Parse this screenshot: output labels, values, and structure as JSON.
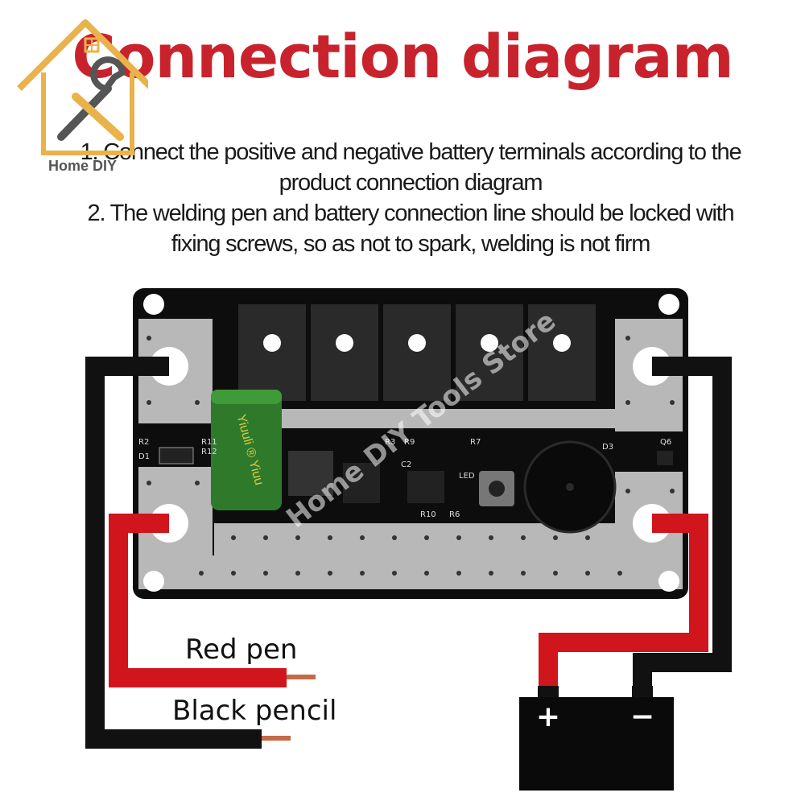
{
  "title": "Connection diagram",
  "instructions": [
    "1. Connect the positive and negative battery terminals according to the",
    "product connection diagram",
    "2. The welding pen and battery connection line should be locked with",
    "fixing screws, so as not to spark, welding is not firm"
  ],
  "logo": {
    "text": "Home DIY",
    "icon": "house-wrench-icon"
  },
  "watermark": "Home DIY Tools Store",
  "board": {
    "silkscreen": [
      "R2",
      "R11",
      "R12",
      "D1",
      "R3",
      "R9",
      "R7",
      "C2",
      "R10",
      "R6",
      "LED",
      "D3",
      "Q6"
    ],
    "capacitor_text": "Yiuuli ® Yiuu"
  },
  "labels": {
    "red_pen": "Red pen",
    "black_pencil": "Black pencil"
  },
  "battery": {
    "plus": "+",
    "minus": "−"
  },
  "colors": {
    "title": "#c8232c",
    "red_wire": "#d0151c",
    "black_wire": "#111111",
    "board": "#0d0d0d",
    "pad": "#b8b8b8"
  }
}
